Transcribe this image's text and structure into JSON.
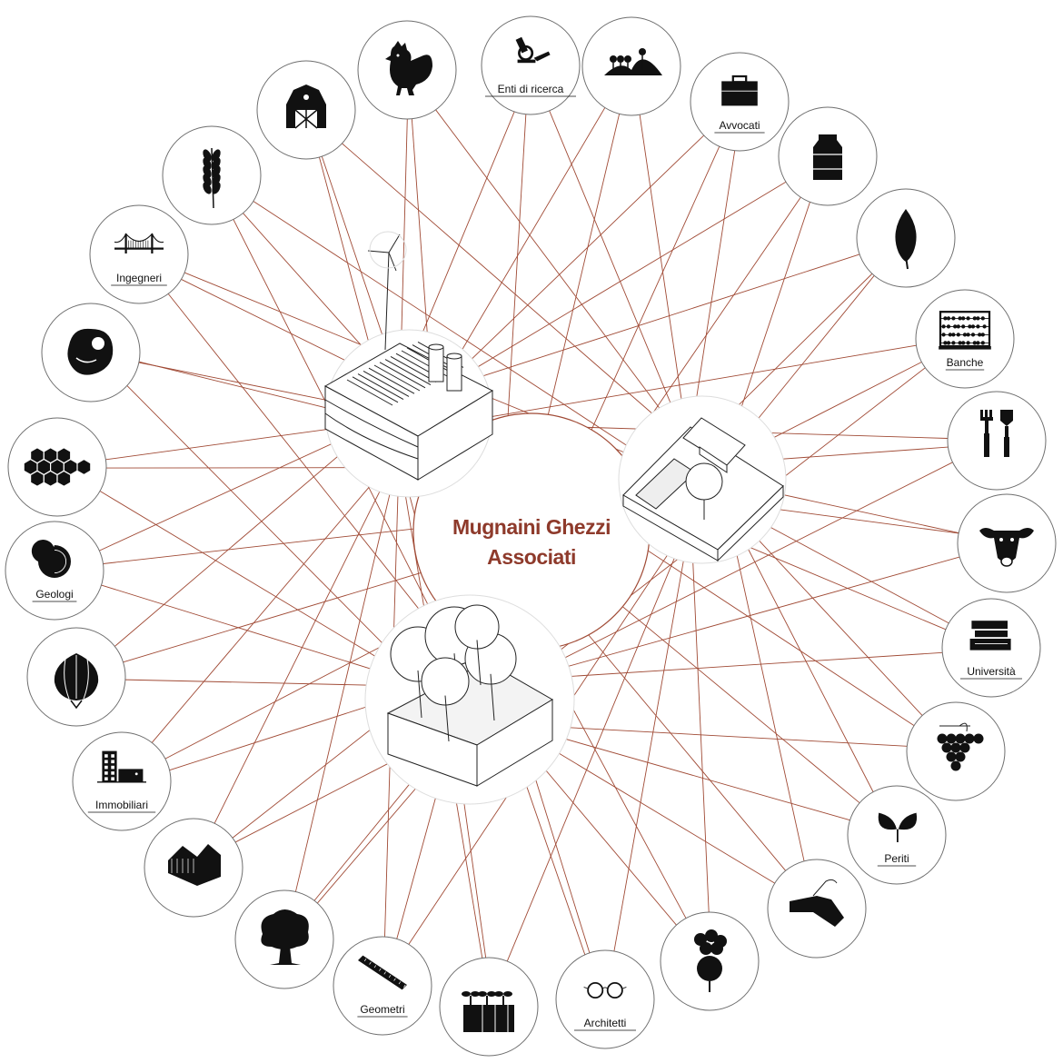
{
  "center": {
    "line1": "Mugnaini Ghezzi",
    "line2": "Associati"
  },
  "colors": {
    "accent": "#8e3a2b",
    "connector": "#a04a35",
    "outline": "#6e6e6e"
  },
  "nodes": [
    {
      "icon": "microscope-plough-icon",
      "label": "Enti di ricerca"
    },
    {
      "icon": "hills-trees-icon",
      "label": ""
    },
    {
      "icon": "briefcase-icon",
      "label": "Avvocati"
    },
    {
      "icon": "milk-can-icon",
      "label": ""
    },
    {
      "icon": "leaf-icon",
      "label": ""
    },
    {
      "icon": "abacus-icon",
      "label": "Banche"
    },
    {
      "icon": "garden-tools-icon",
      "label": ""
    },
    {
      "icon": "cow-icon",
      "label": ""
    },
    {
      "icon": "books-icon",
      "label": "Università"
    },
    {
      "icon": "grapes-icon",
      "label": ""
    },
    {
      "icon": "sprout-icon",
      "label": "Periti"
    },
    {
      "icon": "plough-icon",
      "label": ""
    },
    {
      "icon": "beet-icon",
      "label": ""
    },
    {
      "icon": "glasses-icon",
      "label": "Architetti"
    },
    {
      "icon": "seedling-planter-icon",
      "label": ""
    },
    {
      "icon": "ruler-icon",
      "label": "Geometri"
    },
    {
      "icon": "oak-tree-icon",
      "label": ""
    },
    {
      "icon": "greenhouse-icon",
      "label": ""
    },
    {
      "icon": "buildings-icon",
      "label": "Immobiliari"
    },
    {
      "icon": "onion-icon",
      "label": ""
    },
    {
      "icon": "ammonite-icon",
      "label": "Geologi"
    },
    {
      "icon": "honeycomb-icon",
      "label": ""
    },
    {
      "icon": "steak-icon",
      "label": ""
    },
    {
      "icon": "bridge-icon",
      "label": "Ingegneri"
    },
    {
      "icon": "wheat-icon",
      "label": ""
    },
    {
      "icon": "barn-icon",
      "label": ""
    },
    {
      "icon": "rooster-icon",
      "label": ""
    }
  ],
  "hubs": [
    {
      "name": "farm-land-block"
    },
    {
      "name": "farmhouse-block"
    },
    {
      "name": "forest-block"
    }
  ]
}
